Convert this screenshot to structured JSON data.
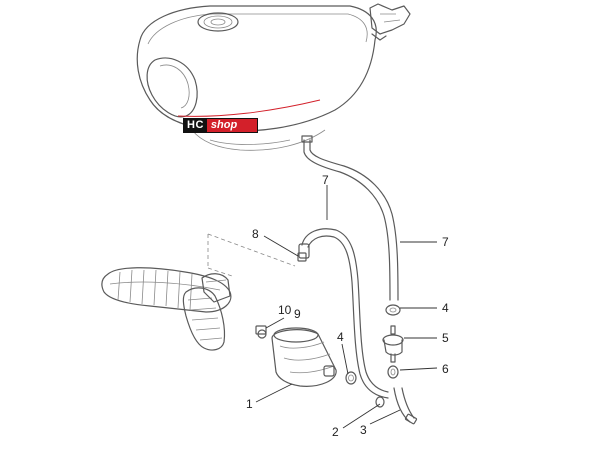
{
  "logo": {
    "left": "HC",
    "right": "shop"
  },
  "callouts": [
    {
      "id": "7a",
      "text": "7"
    },
    {
      "id": "7b",
      "text": "7"
    },
    {
      "id": "8",
      "text": "8"
    },
    {
      "id": "10",
      "text": "10"
    },
    {
      "id": "9",
      "text": "9"
    },
    {
      "id": "4a",
      "text": "4"
    },
    {
      "id": "4b",
      "text": "4"
    },
    {
      "id": "5",
      "text": "5"
    },
    {
      "id": "6",
      "text": "6"
    },
    {
      "id": "1",
      "text": "1"
    },
    {
      "id": "2",
      "text": "2"
    },
    {
      "id": "3",
      "text": "3"
    }
  ],
  "colors": {
    "logo_dark": "#111111",
    "logo_red": "#d3202a",
    "linework": "#5a5a5a"
  }
}
